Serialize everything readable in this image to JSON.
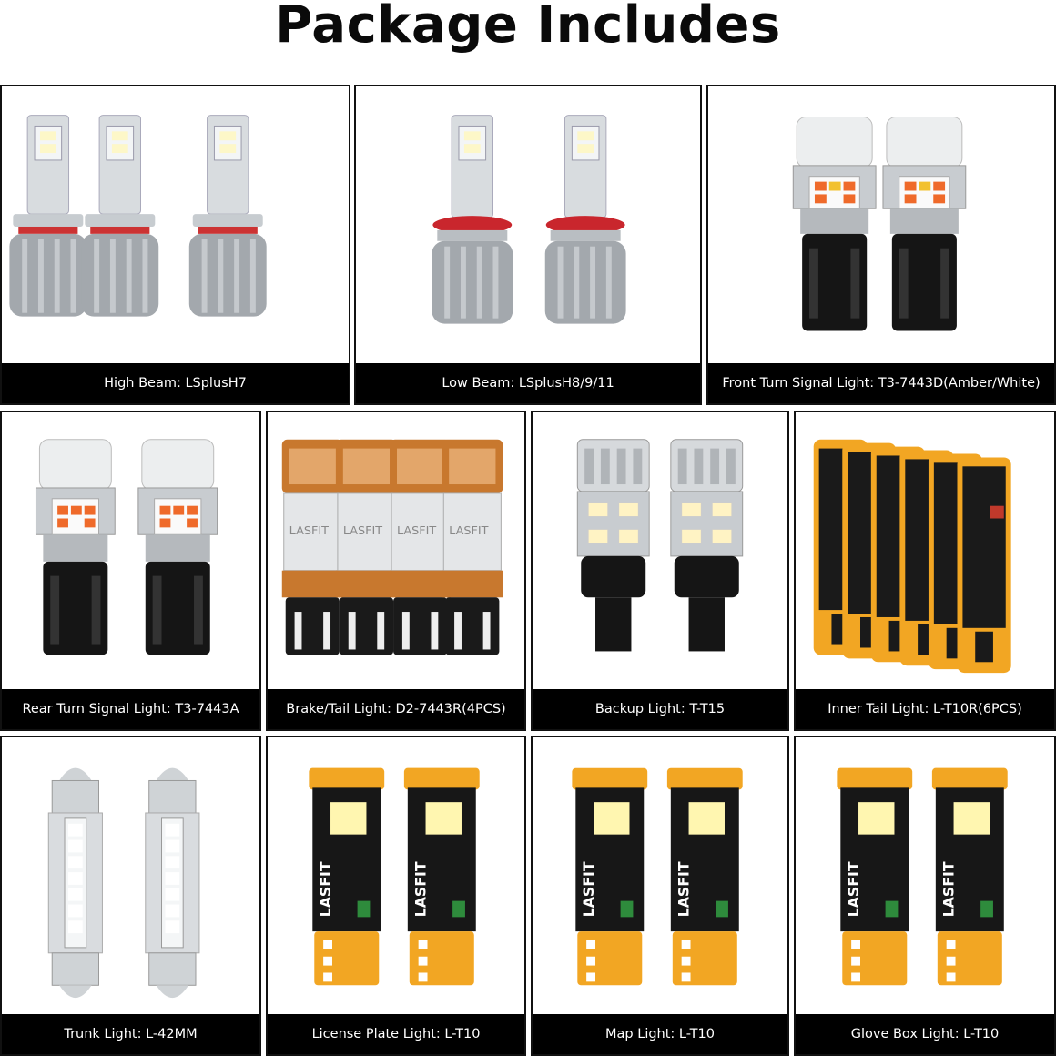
{
  "title": "Package Includes",
  "products": [
    {
      "id": "high-beam",
      "caption": "High Beam: LSplusH7",
      "icon": "headlight-bulb-icon"
    },
    {
      "id": "low-beam",
      "caption": "Low Beam: LSplusH8/9/11",
      "icon": "headlight-bulb-icon"
    },
    {
      "id": "front-turn",
      "caption": "Front Turn Signal Light: T3-7443D(Amber/White)",
      "icon": "wedge-bulb-icon"
    },
    {
      "id": "rear-turn",
      "caption": "Rear Turn Signal Light: T3-7443A",
      "icon": "wedge-bulb-icon"
    },
    {
      "id": "brake-tail",
      "caption": "Brake/Tail Light: D2-7443R(4PCS)",
      "icon": "wedge-bulb-icon",
      "bulb_text": "LASFIT"
    },
    {
      "id": "backup",
      "caption": "Backup Light: T-T15",
      "icon": "wedge-bulb-icon"
    },
    {
      "id": "inner-tail",
      "caption": "Inner Tail Light: L-T10R(6PCS)",
      "icon": "led-board-icon"
    },
    {
      "id": "trunk",
      "caption": "Trunk Light: L-42MM",
      "icon": "festoon-bulb-icon"
    },
    {
      "id": "license",
      "caption": "License Plate Light: L-T10",
      "icon": "led-board-icon",
      "board_text": "LASFIT"
    },
    {
      "id": "map",
      "caption": "Map Light: L-T10",
      "icon": "led-board-icon",
      "board_text": "LASFIT"
    },
    {
      "id": "glove",
      "caption": "Glove Box Light: L-T10",
      "icon": "led-board-icon",
      "board_text": "LASFIT"
    }
  ],
  "colors": {
    "caption_bg": "#000000",
    "caption_text": "#ffffff",
    "amber": "#f2a623",
    "border": "#111111"
  }
}
